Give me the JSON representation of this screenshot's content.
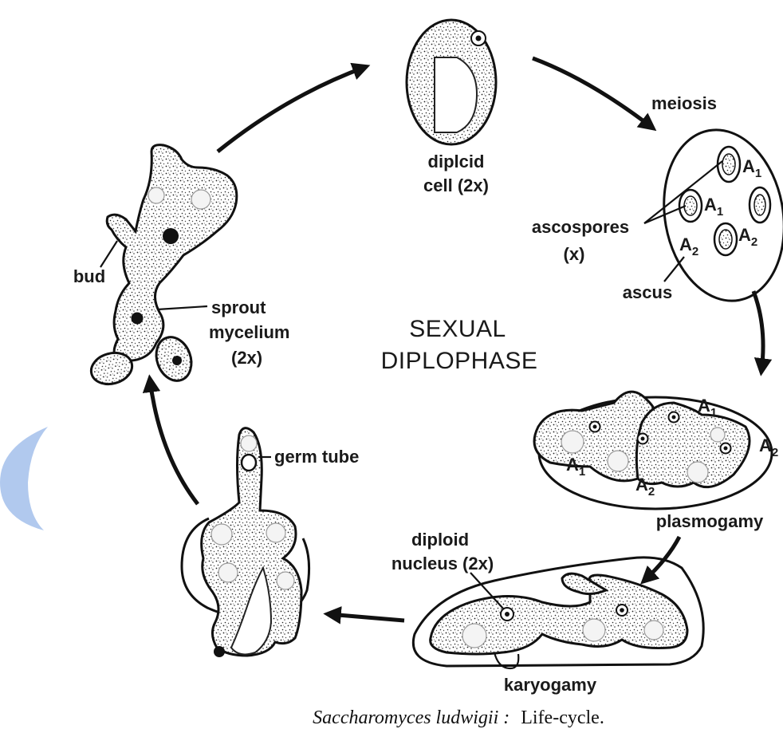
{
  "diagram": {
    "center_title": [
      "SEXUAL",
      "DIPLOPHASE"
    ],
    "stages": {
      "diploid_cell": [
        "diplcid",
        "cell (2x)"
      ],
      "meiosis": "meiosis",
      "ascospores": [
        "ascospores",
        "(x)"
      ],
      "ascus": "ascus",
      "plasmogamy": "plasmogamy",
      "diploid_nucleus": [
        "diploid",
        "nucleus (2x)"
      ],
      "karyogamy": "karyogamy",
      "germ_tube": "germ tube",
      "bud": "bud",
      "sprout_mycelium": [
        "sprout",
        "mycelium",
        "(2x)"
      ]
    },
    "spore_marks": {
      "a1": "A",
      "a2": "A",
      "sub1": "1",
      "sub2": "2"
    },
    "caption": {
      "species": "Saccharomyces ludwigii",
      "separator": " :",
      "text": "Life-cycle."
    }
  },
  "colors": {
    "ink": "#111111",
    "watermark": "#a9c3ec"
  }
}
